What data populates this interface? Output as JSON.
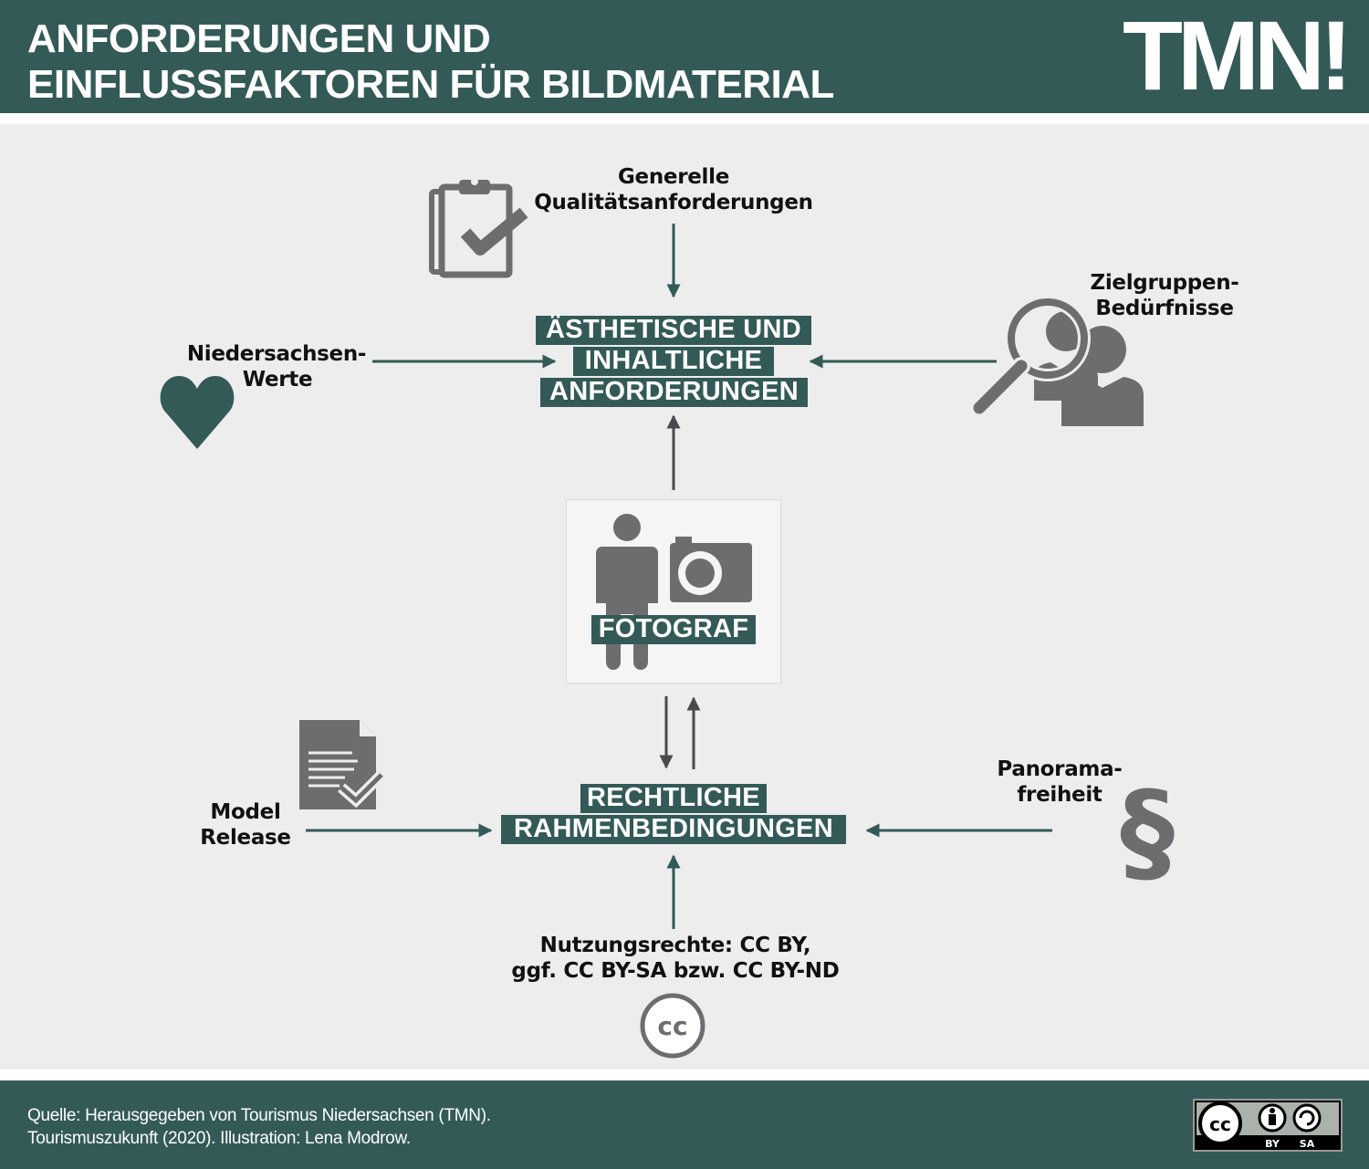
{
  "header": {
    "title_line1": "ANFORDERUNGEN UND",
    "title_line2": "EINFLUSSFAKTOREN FÜR BILDMATERIAL",
    "logo_text": "TMN!"
  },
  "diagram": {
    "center_top": {
      "line1": "ÄSTHETISCHE UND",
      "line2": "INHALTLICHE",
      "line3": "ANFORDERUNGEN"
    },
    "center_middle": "FOTOGRAF",
    "center_bottom": {
      "line1": "RECHTLICHE",
      "line2": "RAHMENBEDINGUNGEN"
    },
    "quality": {
      "line1": "Generelle",
      "line2": "Qualitätsanforderungen"
    },
    "values": {
      "line1": "Niedersachsen-",
      "line2": "Werte"
    },
    "target": {
      "line1": "Zielgruppen-",
      "line2": "Bedürfnisse"
    },
    "model": {
      "line1": "Model",
      "line2": "Release"
    },
    "panorama": {
      "line1": "Panorama-",
      "line2": "freiheit"
    },
    "rights": {
      "line1": "Nutzungsrechte: CC BY,",
      "line2": "ggf. CC BY-SA bzw. CC BY-ND"
    },
    "section_symbol": "§",
    "cc_symbol": "cc"
  },
  "footer": {
    "source_line1": "Quelle: Herausgegeben von Tourismus Niedersachsen (TMN).",
    "source_line2": "Tourismuszukunft (2020). Illustration: Lena Modrow.",
    "license_cc": "cc",
    "license_by": "BY",
    "license_sa": "SA"
  },
  "colors": {
    "teal": "#335a57",
    "icon_gray": "#6d6c6f",
    "background": "#ededee"
  },
  "icons": [
    "clipboard-check-icon",
    "heart-icon",
    "magnifier-people-icon",
    "person-icon",
    "camera-icon",
    "document-check-icon",
    "section-sign-icon",
    "creative-commons-icon"
  ]
}
